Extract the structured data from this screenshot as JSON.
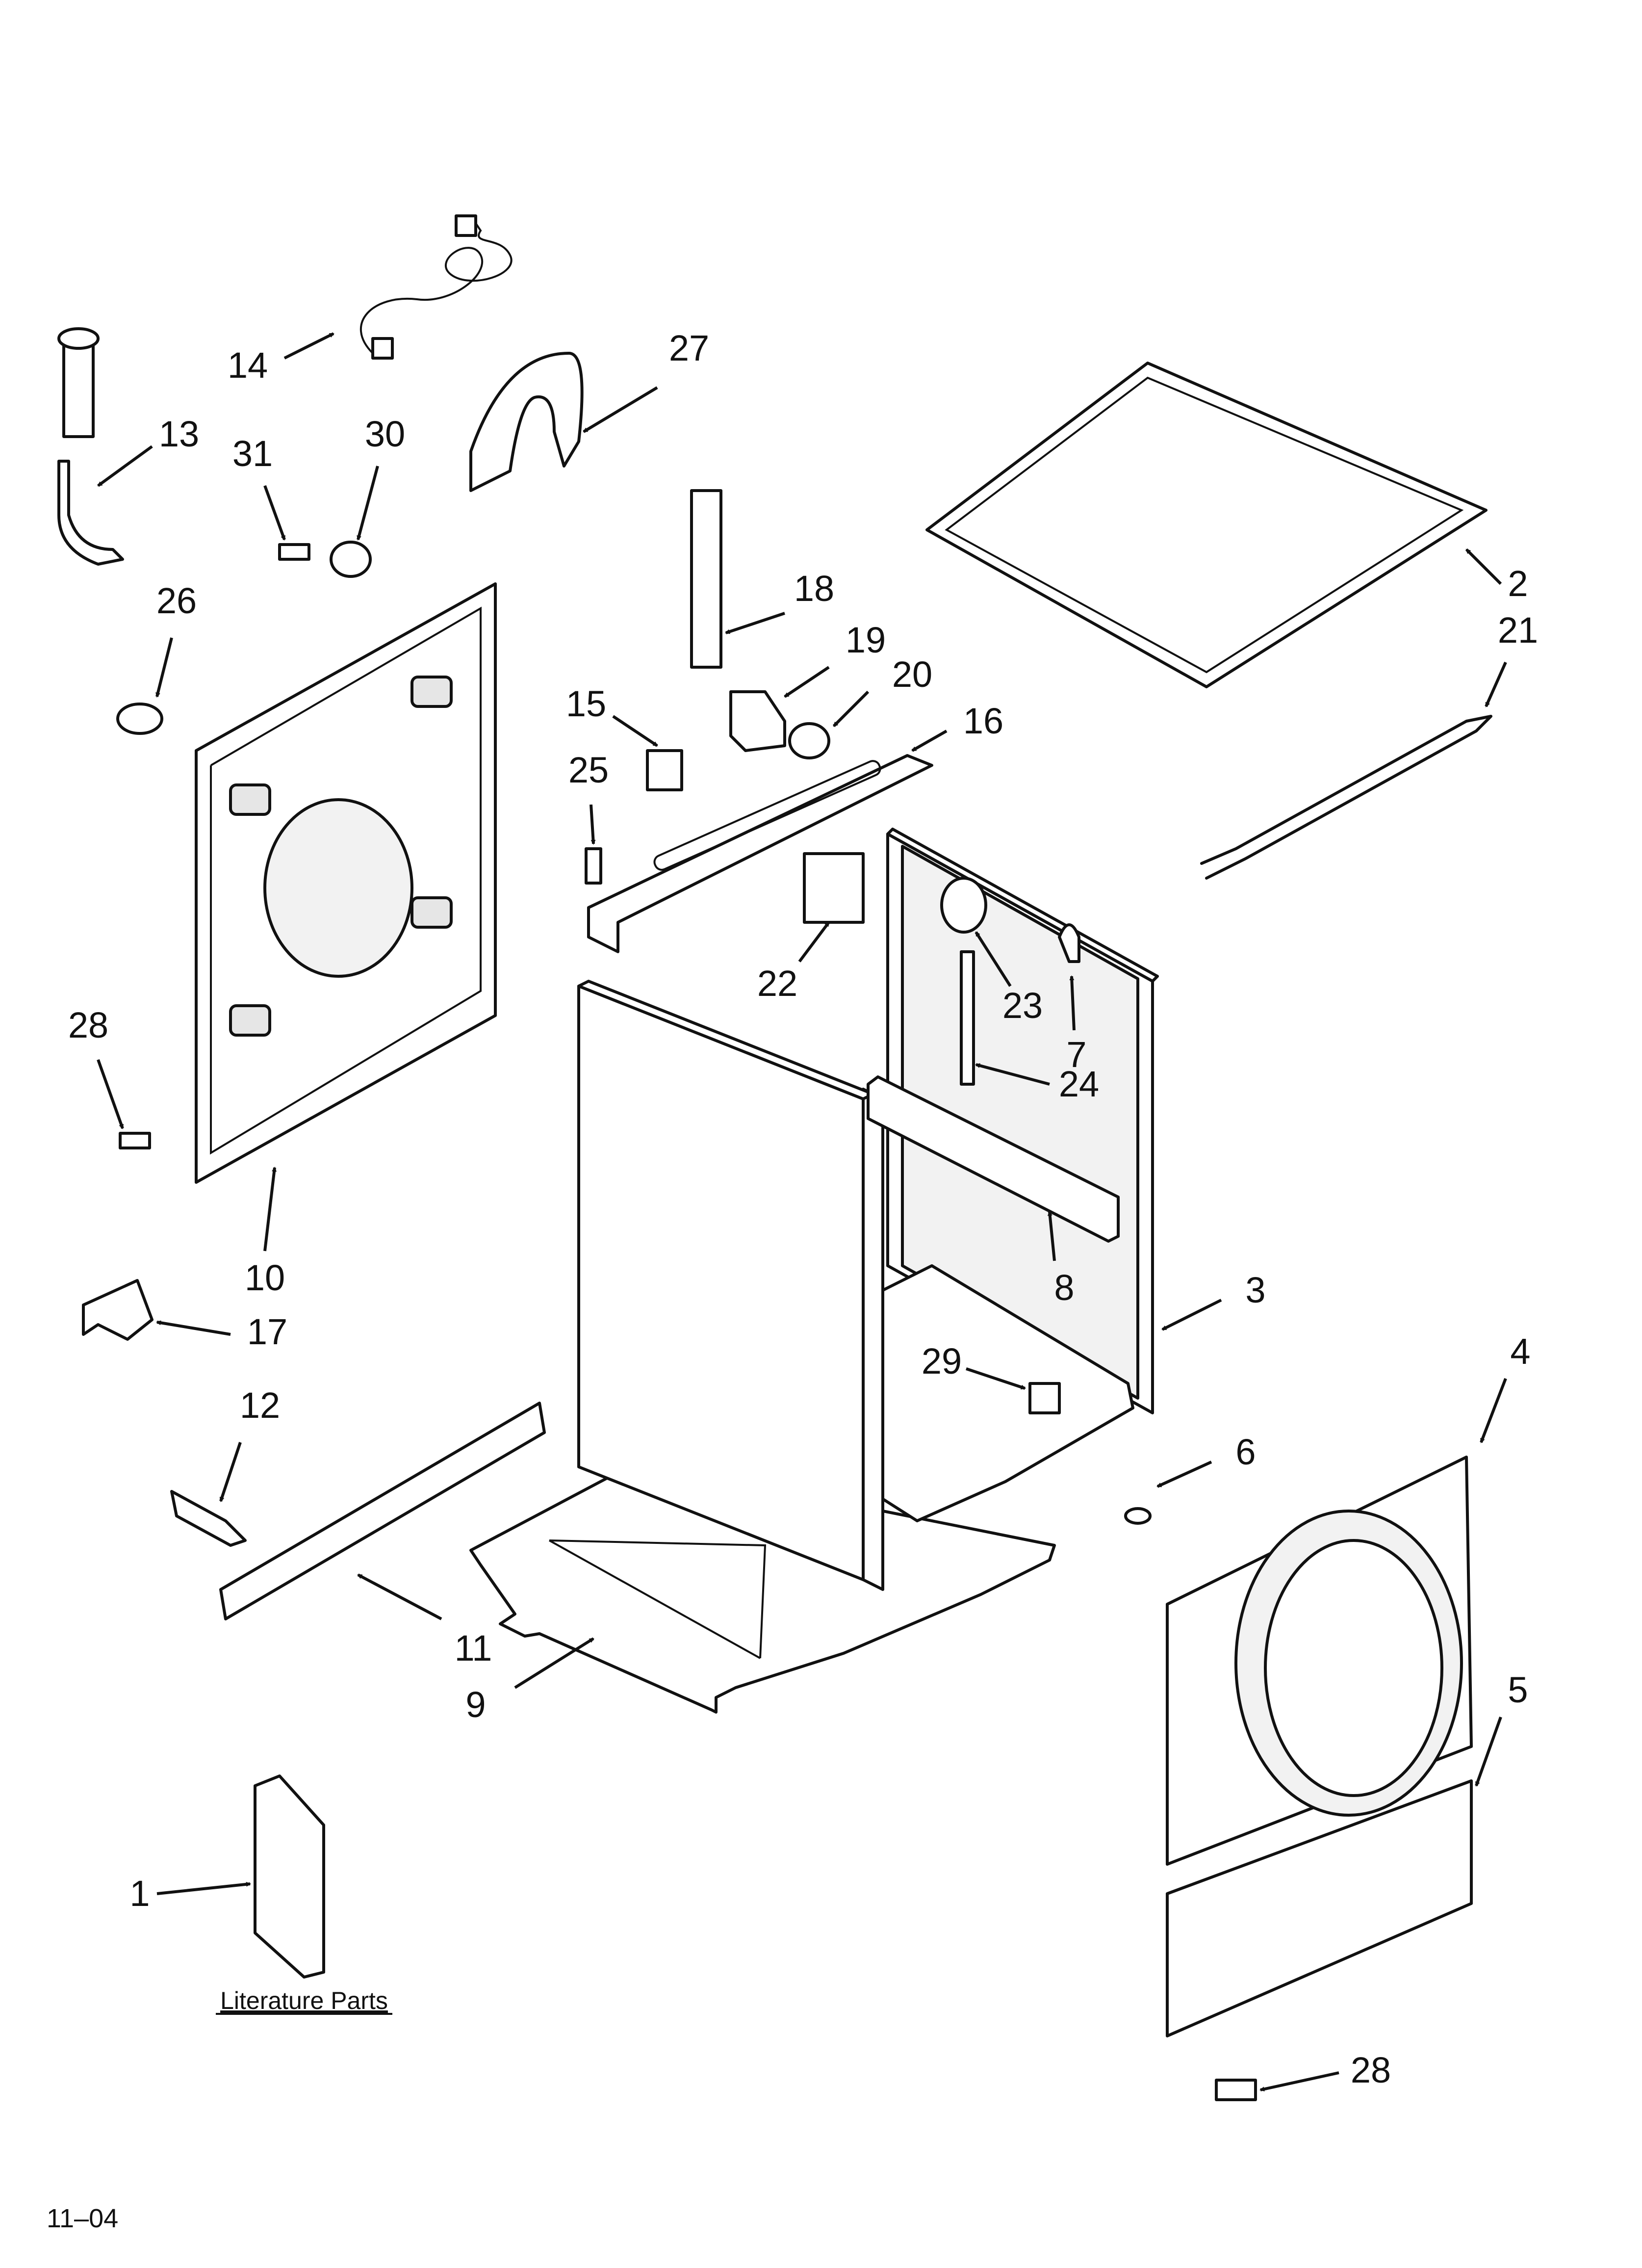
{
  "diagram": {
    "callouts": [
      {
        "id": "c1",
        "label": "1"
      },
      {
        "id": "c2",
        "label": "2"
      },
      {
        "id": "c3",
        "label": "3"
      },
      {
        "id": "c4",
        "label": "4"
      },
      {
        "id": "c5",
        "label": "5"
      },
      {
        "id": "c6",
        "label": "6"
      },
      {
        "id": "c7",
        "label": "7"
      },
      {
        "id": "c8",
        "label": "8"
      },
      {
        "id": "c9",
        "label": "9"
      },
      {
        "id": "c10",
        "label": "10"
      },
      {
        "id": "c11",
        "label": "11"
      },
      {
        "id": "c12",
        "label": "12"
      },
      {
        "id": "c13",
        "label": "13"
      },
      {
        "id": "c14",
        "label": "14"
      },
      {
        "id": "c15",
        "label": "15"
      },
      {
        "id": "c16",
        "label": "16"
      },
      {
        "id": "c17",
        "label": "17"
      },
      {
        "id": "c18",
        "label": "18"
      },
      {
        "id": "c19",
        "label": "19"
      },
      {
        "id": "c20",
        "label": "20"
      },
      {
        "id": "c21",
        "label": "21"
      },
      {
        "id": "c22",
        "label": "22"
      },
      {
        "id": "c23",
        "label": "23"
      },
      {
        "id": "c24",
        "label": "24"
      },
      {
        "id": "c25",
        "label": "25"
      },
      {
        "id": "c26",
        "label": "26"
      },
      {
        "id": "c27",
        "label": "27"
      },
      {
        "id": "c28a",
        "label": "28"
      },
      {
        "id": "c28b",
        "label": "28"
      },
      {
        "id": "c29",
        "label": "29"
      },
      {
        "id": "c30",
        "label": "30"
      },
      {
        "id": "c31",
        "label": "31"
      }
    ],
    "literature_caption": "Literature Parts",
    "revision_code": "11–04"
  }
}
